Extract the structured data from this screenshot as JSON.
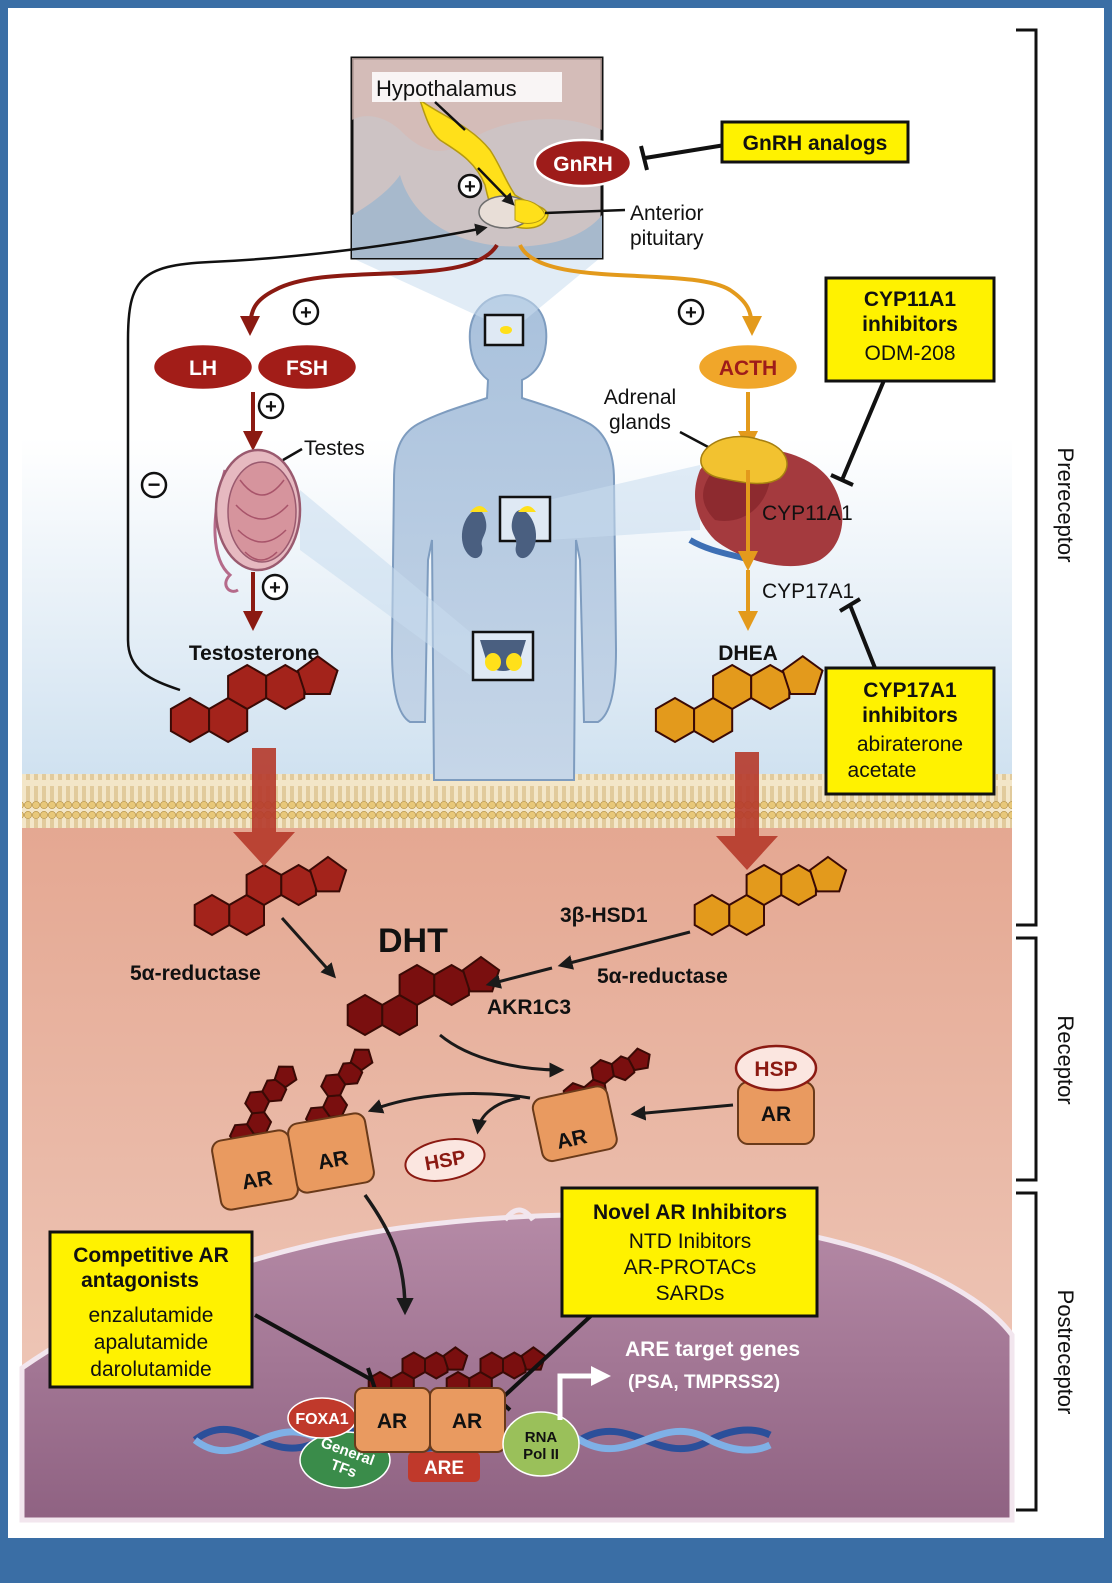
{
  "colors": {
    "frame": "#3a6ea5",
    "highlight_box": "#fff200",
    "androgen_dark": "#7a0f0f",
    "adrenal_orange": "#e39a1c",
    "cytoplasm": "#e3a893",
    "nucleus": "#a57a97",
    "extracellular": "#dbe8f3"
  },
  "regions": {
    "prereceptor": "Prereceptor",
    "receptor": "Receptor",
    "postreceptor": "Postreceptor"
  },
  "brain": {
    "hypothalamus": "Hypothalamus",
    "gnrh": "GnRH",
    "anterior_pituitary_1": "Anterior",
    "anterior_pituitary_2": "pituitary",
    "plus": "+"
  },
  "boxes": {
    "gnrh_analogs": "GnRH analogs",
    "cyp11a1_title_1": "CYP11A1",
    "cyp11a1_title_2": "inhibitors",
    "cyp11a1_drug": "ODM-208",
    "cyp17a1_title_1": "CYP17A1",
    "cyp17a1_title_2": "inhibitors",
    "cyp17a1_drug_1": "abiraterone",
    "cyp17a1_drug_2": "acetate",
    "competitive_title_1": "Competitive AR",
    "competitive_title_2": "antagonists",
    "competitive_drugs": [
      "enzalutamide",
      "apalutamide",
      "darolutamide"
    ],
    "novel_title": "Novel AR Inhibitors",
    "novel_items": [
      "NTD Inibitors",
      "AR-PROTACs",
      "SARDs"
    ]
  },
  "testes_path": {
    "lh": "LH",
    "fsh": "FSH",
    "testes": "Testes",
    "testosterone": "Testosterone",
    "minus": "−",
    "plus": "+"
  },
  "adrenal_path": {
    "acth": "ACTH",
    "adrenal_1": "Adrenal",
    "adrenal_2": "glands",
    "cyp11a1": "CYP11A1",
    "cyp17a1": "CYP17A1",
    "dhea": "DHEA"
  },
  "intracellular": {
    "dht": "DHT",
    "five_alpha_left": "5α-reductase",
    "three_beta": "3β-HSD1",
    "five_alpha_right": "5α-reductase",
    "akr1c3": "AKR1C3",
    "hsp": "HSP",
    "ar": "AR"
  },
  "nuclear": {
    "foxa1": "FOXA1",
    "general_tfs_1": "General",
    "general_tfs_2": "TFs",
    "are": "ARE",
    "rna_pol_1": "RNA",
    "rna_pol_2": "Pol II",
    "target_genes_1": "ARE target genes",
    "target_genes_2": "(PSA, TMPRSS2)"
  }
}
